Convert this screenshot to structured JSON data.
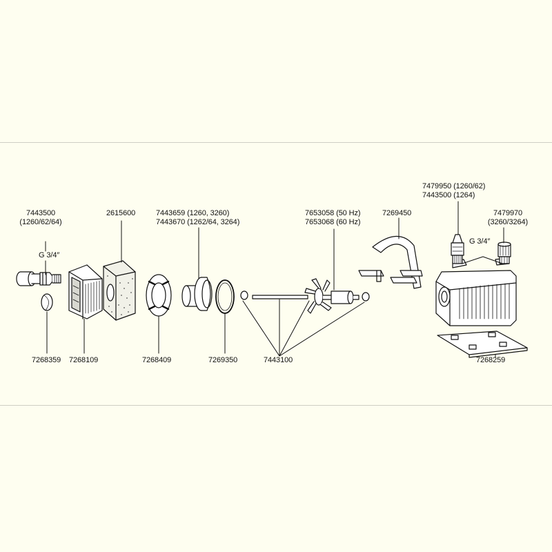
{
  "parts": {
    "fitting": {
      "number": "7443500",
      "models": "(1260/62/64)"
    },
    "thread_left": "G 3/4″",
    "cap": "7268359",
    "strainer": "7268109",
    "sponge": "2615600",
    "impeller_cover": {
      "line1": "7443659 (1260, 3260)",
      "line2": "7443670 (1262/64, 3264)"
    },
    "cover_plate": "7268409",
    "o_ring": "7269350",
    "impeller": {
      "line1": "7653058 (50 Hz)",
      "line2": "7653068 (60 Hz)"
    },
    "shaft_bearings": "7443100",
    "handle": "7269450",
    "outlet_fitting": {
      "line1": "7479950 (1260/62)",
      "line2": "7443500 (1264)"
    },
    "outlet_fitting_alt": {
      "number": "7479970",
      "models": "(3260/3264)"
    },
    "thread_right": "G 3/4″",
    "base_plate": "7268259"
  }
}
